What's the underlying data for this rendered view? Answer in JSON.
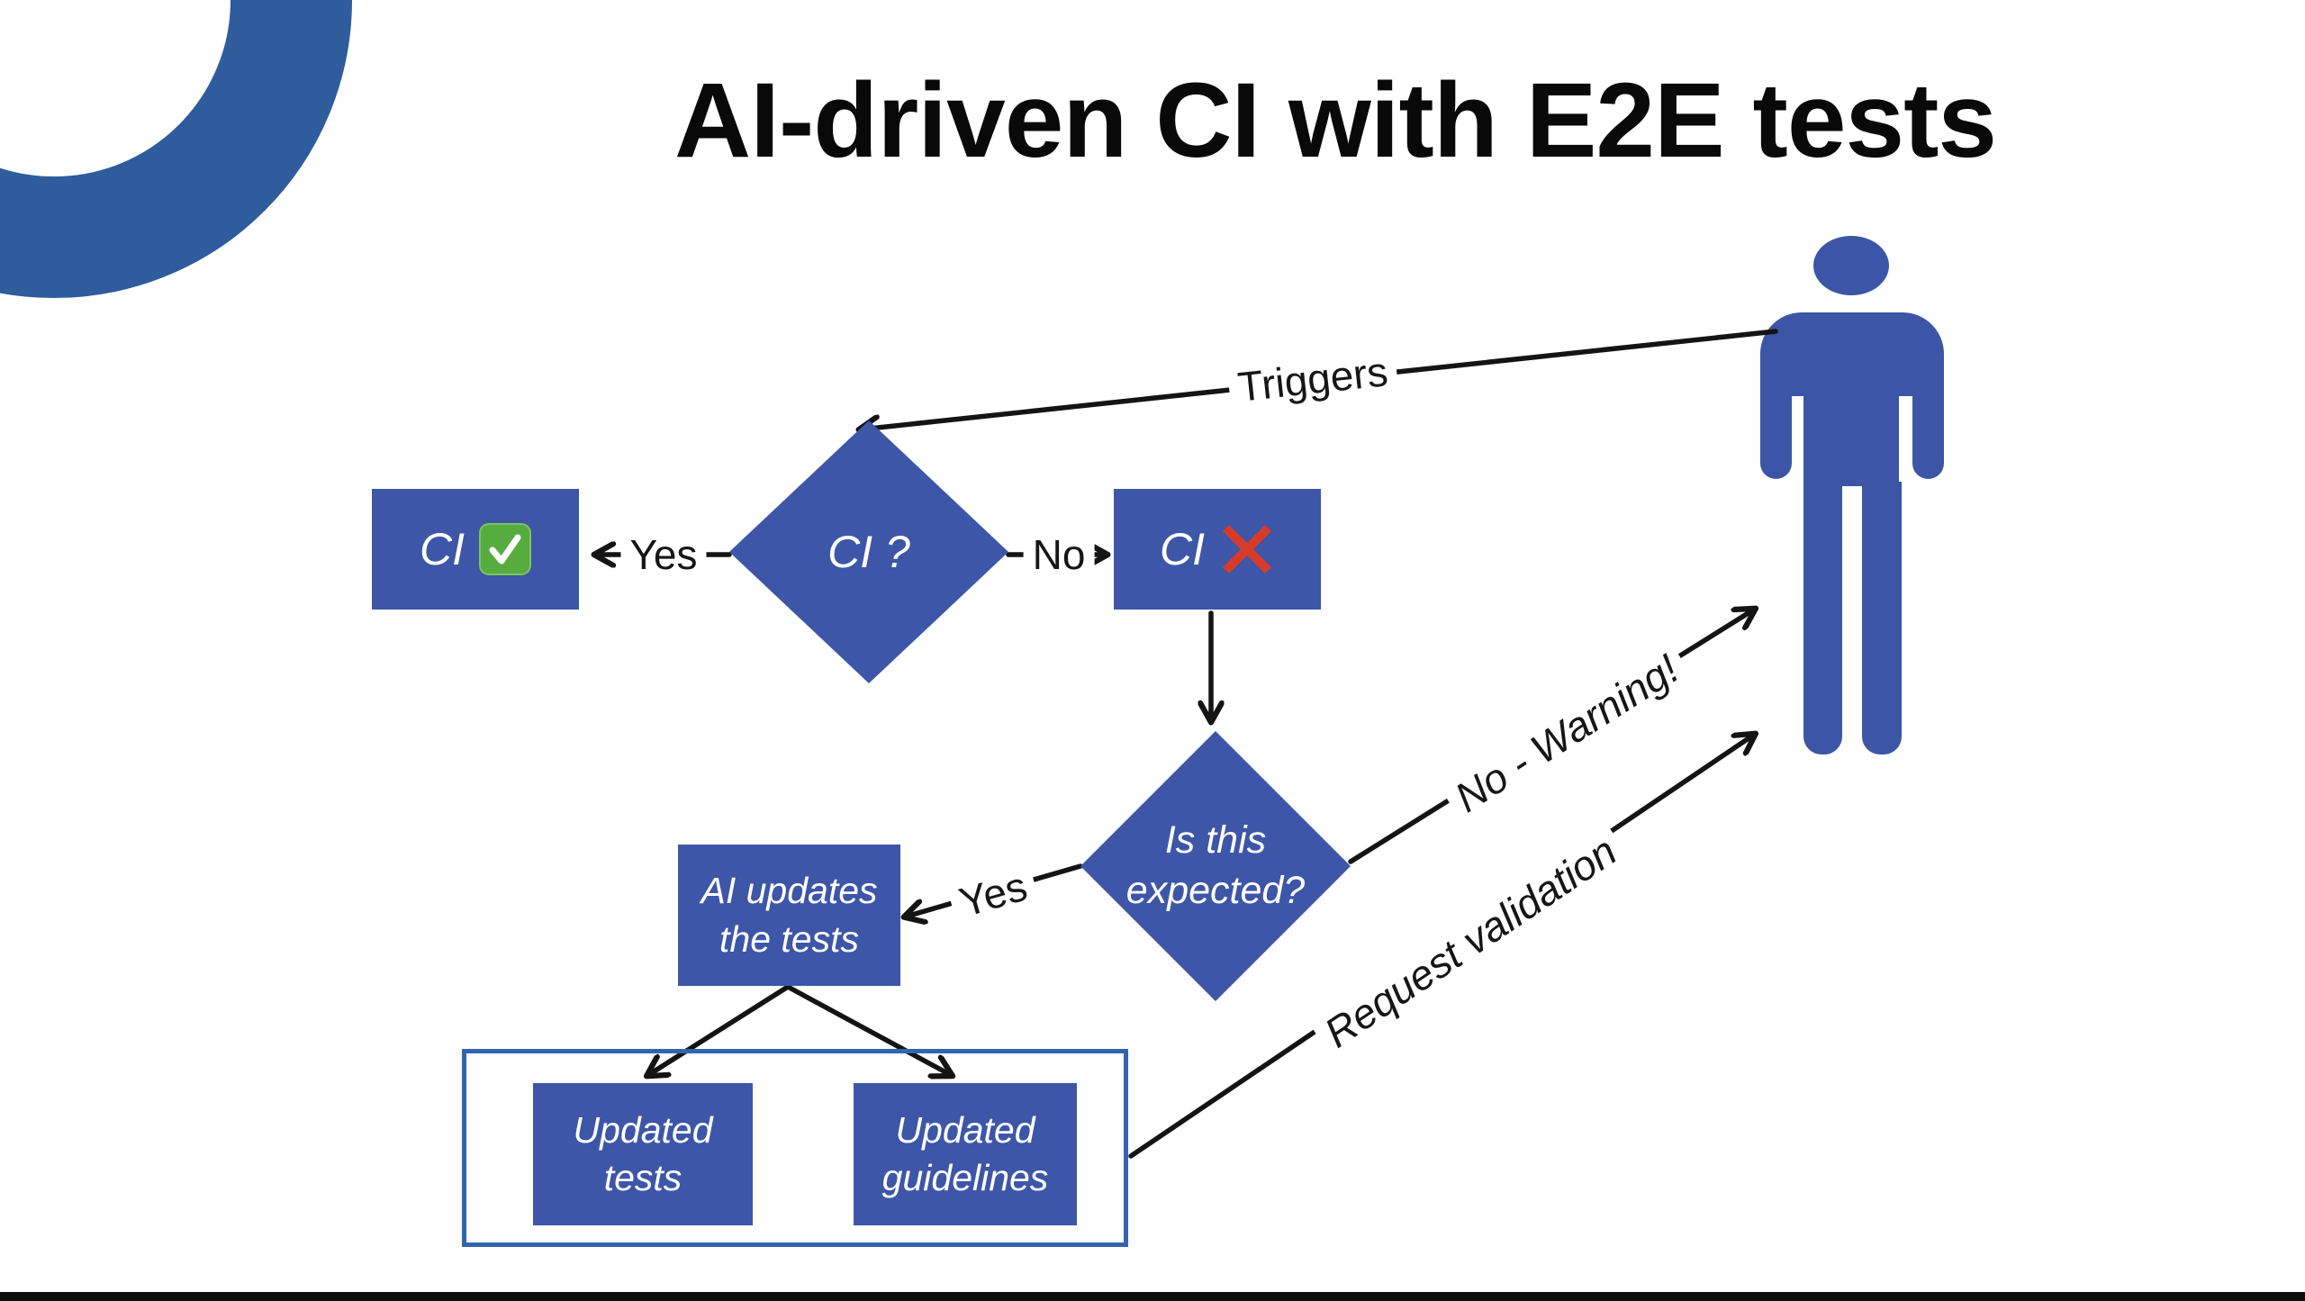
{
  "title": "AI-driven CI with E2E tests",
  "palette": {
    "node_blue": "#3D56A7",
    "person_blue": "#3C55A6",
    "ring_blue": "#2E5C9C",
    "container_border_blue": "#3464AE",
    "line_black": "#141414",
    "check_green": "#57AC3F",
    "cross_red": "#D93B2B"
  },
  "nodes": {
    "ci_pass": {
      "label": "CI",
      "icon": "check-emoji"
    },
    "ci_decision": {
      "label": "CI ?"
    },
    "ci_fail": {
      "label": "CI",
      "icon": "cross-emoji"
    },
    "expected_decision": {
      "lines": [
        "Is this",
        "expected?"
      ]
    },
    "ai_updates": {
      "lines": [
        "AI updates",
        "the tests"
      ]
    },
    "updated_tests": {
      "lines": [
        "Updated",
        "tests"
      ]
    },
    "updated_guidelines": {
      "lines": [
        "Updated",
        "guidelines"
      ]
    }
  },
  "edges": {
    "triggers": {
      "label": "Triggers"
    },
    "yes_top": {
      "label": "Yes"
    },
    "no_top": {
      "label": "No"
    },
    "yes_bottom": {
      "label": "Yes"
    },
    "no_warning": {
      "label": "No - Warning!"
    },
    "request_validation": {
      "label": "Request validation"
    }
  }
}
